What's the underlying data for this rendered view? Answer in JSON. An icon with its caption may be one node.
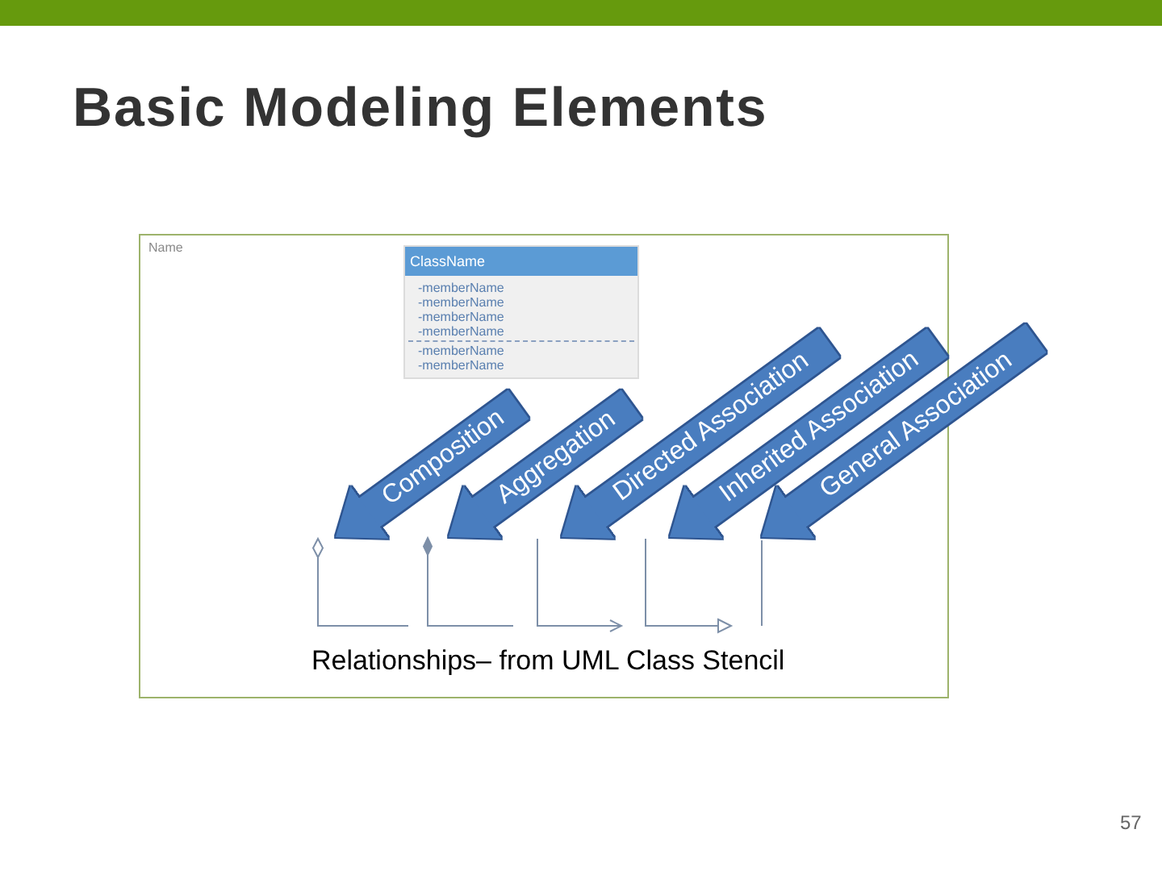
{
  "diagram": {
    "title": "Basic Modeling Elements",
    "caption": "Relationships– from UML Class Stencil",
    "nodes": [
      {
        "text": [
          "Name"
        ]
      },
      {
        "text": [
          "ClassName",
          "-memberName",
          "-memberName",
          "-memberName",
          "-memberName",
          "-memberName",
          "-memberName"
        ],
        "in": 0
      },
      {
        "text": [],
        "shape": "picture",
        "in": 0
      },
      {
        "text": [],
        "shape": "picture",
        "in": 0
      },
      {
        "text": [],
        "shape": "picture",
        "in": 0
      },
      {
        "text": [],
        "shape": "picture",
        "in": 0
      },
      {
        "text": [],
        "shape": "picture",
        "in": 0
      }
    ],
    "edges": [
      {
        "from": null,
        "to": 2,
        "arrow": "to",
        "label": "Composition"
      },
      {
        "from": null,
        "to": 3,
        "arrow": "to",
        "label": "Aggregation"
      },
      {
        "from": null,
        "to": 4,
        "arrow": "to",
        "label": "Directed Association"
      },
      {
        "from": null,
        "to": 5,
        "arrow": "to",
        "label": "Inherited Association"
      },
      {
        "from": null,
        "to": 6,
        "arrow": "to",
        "label": "General Association"
      }
    ],
    "labels": [
      "57"
    ]
  }
}
